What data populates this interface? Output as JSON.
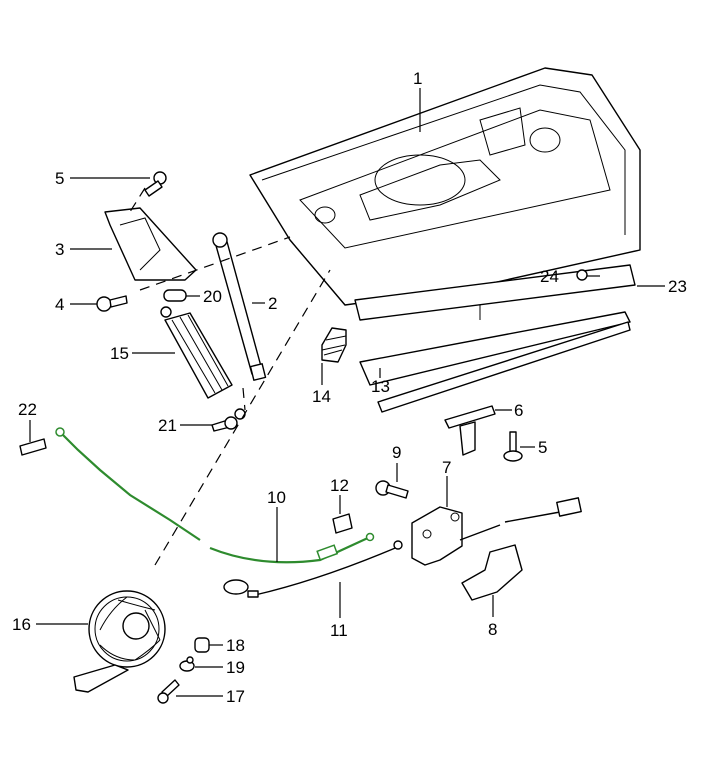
{
  "title": "Rear lid / engine cover parts diagram",
  "highlight_color": "#2e8b2e",
  "callouts": [
    {
      "id": "c1",
      "label": "1",
      "part": "rear-lid"
    },
    {
      "id": "c2",
      "label": "2",
      "part": "gas-strut"
    },
    {
      "id": "c3",
      "label": "3",
      "part": "hinge"
    },
    {
      "id": "c4",
      "label": "4",
      "part": "hinge-bolt"
    },
    {
      "id": "c5a",
      "label": "5",
      "part": "hinge-screw"
    },
    {
      "id": "c5b",
      "label": "5",
      "part": "bracket-screw"
    },
    {
      "id": "c6",
      "label": "6",
      "part": "striker-bracket"
    },
    {
      "id": "c7",
      "label": "7",
      "part": "lock"
    },
    {
      "id": "c8",
      "label": "8",
      "part": "lock-bracket"
    },
    {
      "id": "c9",
      "label": "9",
      "part": "lock-bolt"
    },
    {
      "id": "c10",
      "label": "10",
      "part": "release-cable"
    },
    {
      "id": "c11",
      "label": "11",
      "part": "emergency-cable"
    },
    {
      "id": "c12",
      "label": "12",
      "part": "cable-clip"
    },
    {
      "id": "c13",
      "label": "13",
      "part": "spoiler-seal"
    },
    {
      "id": "c14",
      "label": "14",
      "part": "grommet"
    },
    {
      "id": "c15",
      "label": "15",
      "part": "spoiler-drive"
    },
    {
      "id": "c16",
      "label": "16",
      "part": "blower-fan"
    },
    {
      "id": "c17",
      "label": "17",
      "part": "fan-screw"
    },
    {
      "id": "c18",
      "label": "18",
      "part": "rubber-mount"
    },
    {
      "id": "c19",
      "label": "19",
      "part": "washer-nut"
    },
    {
      "id": "c20",
      "label": "20",
      "part": "buffer"
    },
    {
      "id": "c21",
      "label": "21",
      "part": "strut-bolt"
    },
    {
      "id": "c22",
      "label": "22",
      "part": "cable-screw"
    },
    {
      "id": "c23",
      "label": "23",
      "part": "spoiler-trim"
    },
    {
      "id": "c24",
      "label": "24",
      "part": "clip-nut"
    }
  ]
}
